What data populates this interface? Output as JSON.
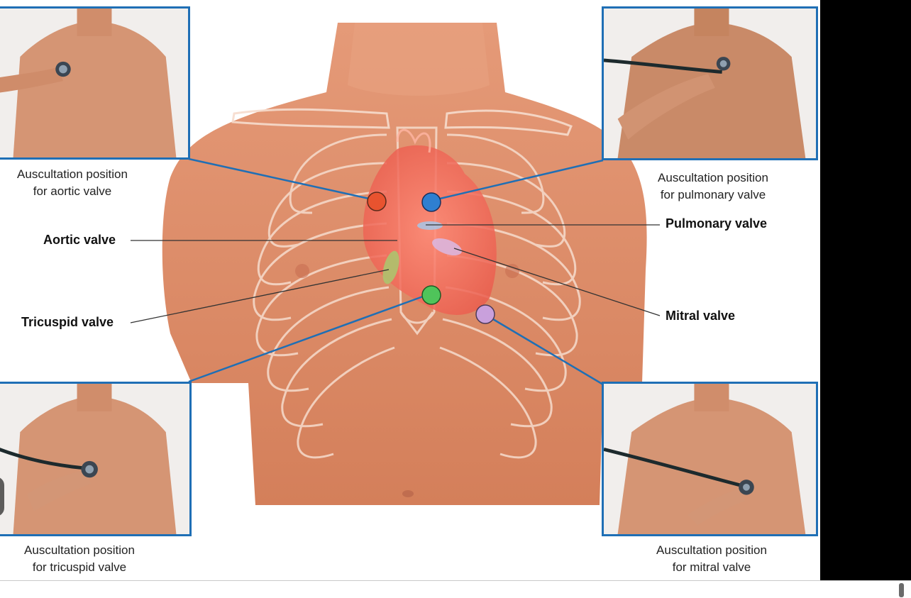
{
  "labels": {
    "aortic": "Aortic valve",
    "pulmonary": "Pulmonary valve",
    "tricuspid": "Tricuspid valve",
    "mitral": "Mitral valve"
  },
  "captions": {
    "aortic": [
      "Auscultation position",
      "for aortic valve"
    ],
    "pulmonary": [
      "Auscultation position",
      "for pulmonary valve"
    ],
    "tricuspid": [
      "Auscultation position",
      "for tricuspid valve"
    ],
    "mitral": [
      "Auscultation position",
      "for mitral valve"
    ]
  },
  "colors": {
    "frame_blue": "#1f6fb5",
    "aortic_dot": "#e8532f",
    "pulmonary_dot": "#2f7fd0",
    "tricuspid_dot": "#4fc45a",
    "mitral_dot": "#c9a0dc",
    "skin": "#dc8a66",
    "rib": "#f4d2c0"
  }
}
